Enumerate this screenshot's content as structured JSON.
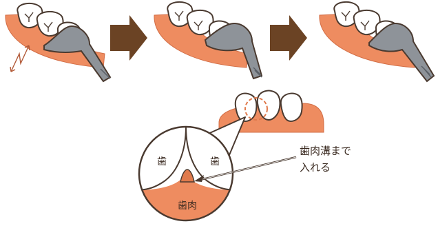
{
  "labels": {
    "tooth_left": "歯",
    "tooth_right": "歯",
    "gum": "歯肉",
    "note_line1": "歯肉溝まで",
    "note_line2": "入れる"
  },
  "colors": {
    "gum": "#ee8c60",
    "gum_edge": "#d26d45",
    "arrow": "#6b4324",
    "floss_handle": "#8e9399",
    "outline": "#4a3a30",
    "highlight_circle": "#e07a4c"
  },
  "steps": [
    "step-1",
    "step-2",
    "step-3"
  ]
}
